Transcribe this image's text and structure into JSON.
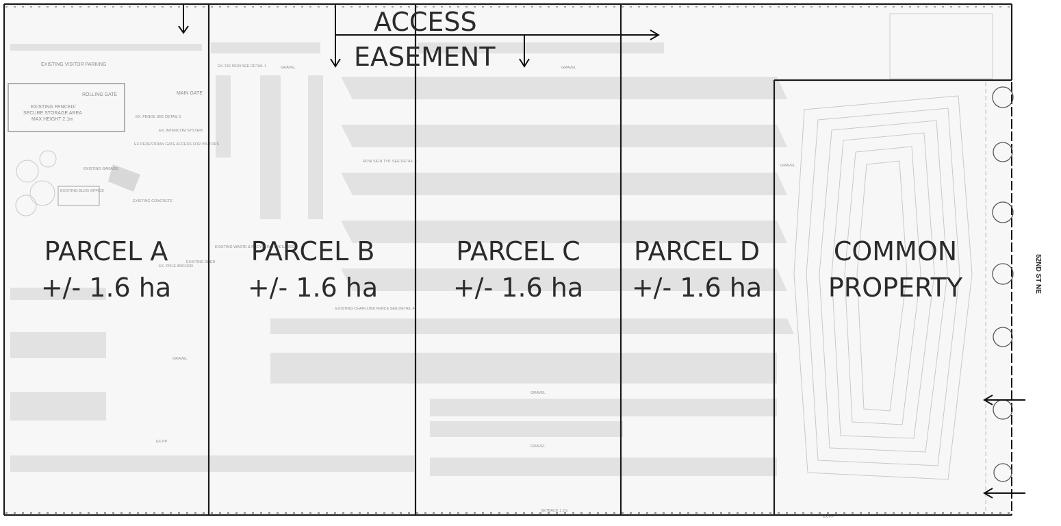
{
  "access": {
    "line1": "ACCESS",
    "line2": "EASEMENT"
  },
  "parcels": [
    {
      "name": "PARCEL A",
      "area": "+/- 1.6 ha"
    },
    {
      "name": "PARCEL B",
      "area": "+/- 1.6 ha"
    },
    {
      "name": "PARCEL C",
      "area": "+/- 1.6 ha"
    },
    {
      "name": "PARCEL D",
      "area": "+/- 1.6 ha"
    }
  ],
  "common": {
    "line1": "COMMON",
    "line2": "PROPERTY"
  },
  "street": "52ND ST NE",
  "notes": {
    "visitor_parking": "EXISTING VISITOR PARKING",
    "storage_1": "EXISTING FENCED/",
    "storage_2": "SECURE STORAGE AREA",
    "storage_3": "MAX HEIGHT 2.1m",
    "rolling_gate": "ROLLING GATE",
    "main_gate": "MAIN GATE",
    "ex_fence": "EX. FENCE SEE DETAIL 5",
    "intercom": "EX. INTERCOM SYSTEM",
    "ped_gate": "EX PEDESTRIAN GATE ACCESS FOR VISITORS",
    "garage": "EXISTING GARAGE",
    "office": "EXISTING BLDG OFFICE",
    "concrete": "EXISTING CONCRETE",
    "pole": "EX. POLE ANCHOR",
    "shed": "EXISTING SHED",
    "fis_sign": "EX. FIS SIGN SEE DETAIL 1",
    "waste": "EXISTING WASTE & RECYCLING FACILITIES",
    "row_sign": "ROW SIGN TYP. SEE DETAIL 2",
    "chain_fence": "EXISTING CHAIN LINK FENCE SEE DETAIL 4",
    "gravel": "GRAVEL",
    "setback": "SETBACK 1.2m",
    "ex_pp": "EX PP"
  }
}
